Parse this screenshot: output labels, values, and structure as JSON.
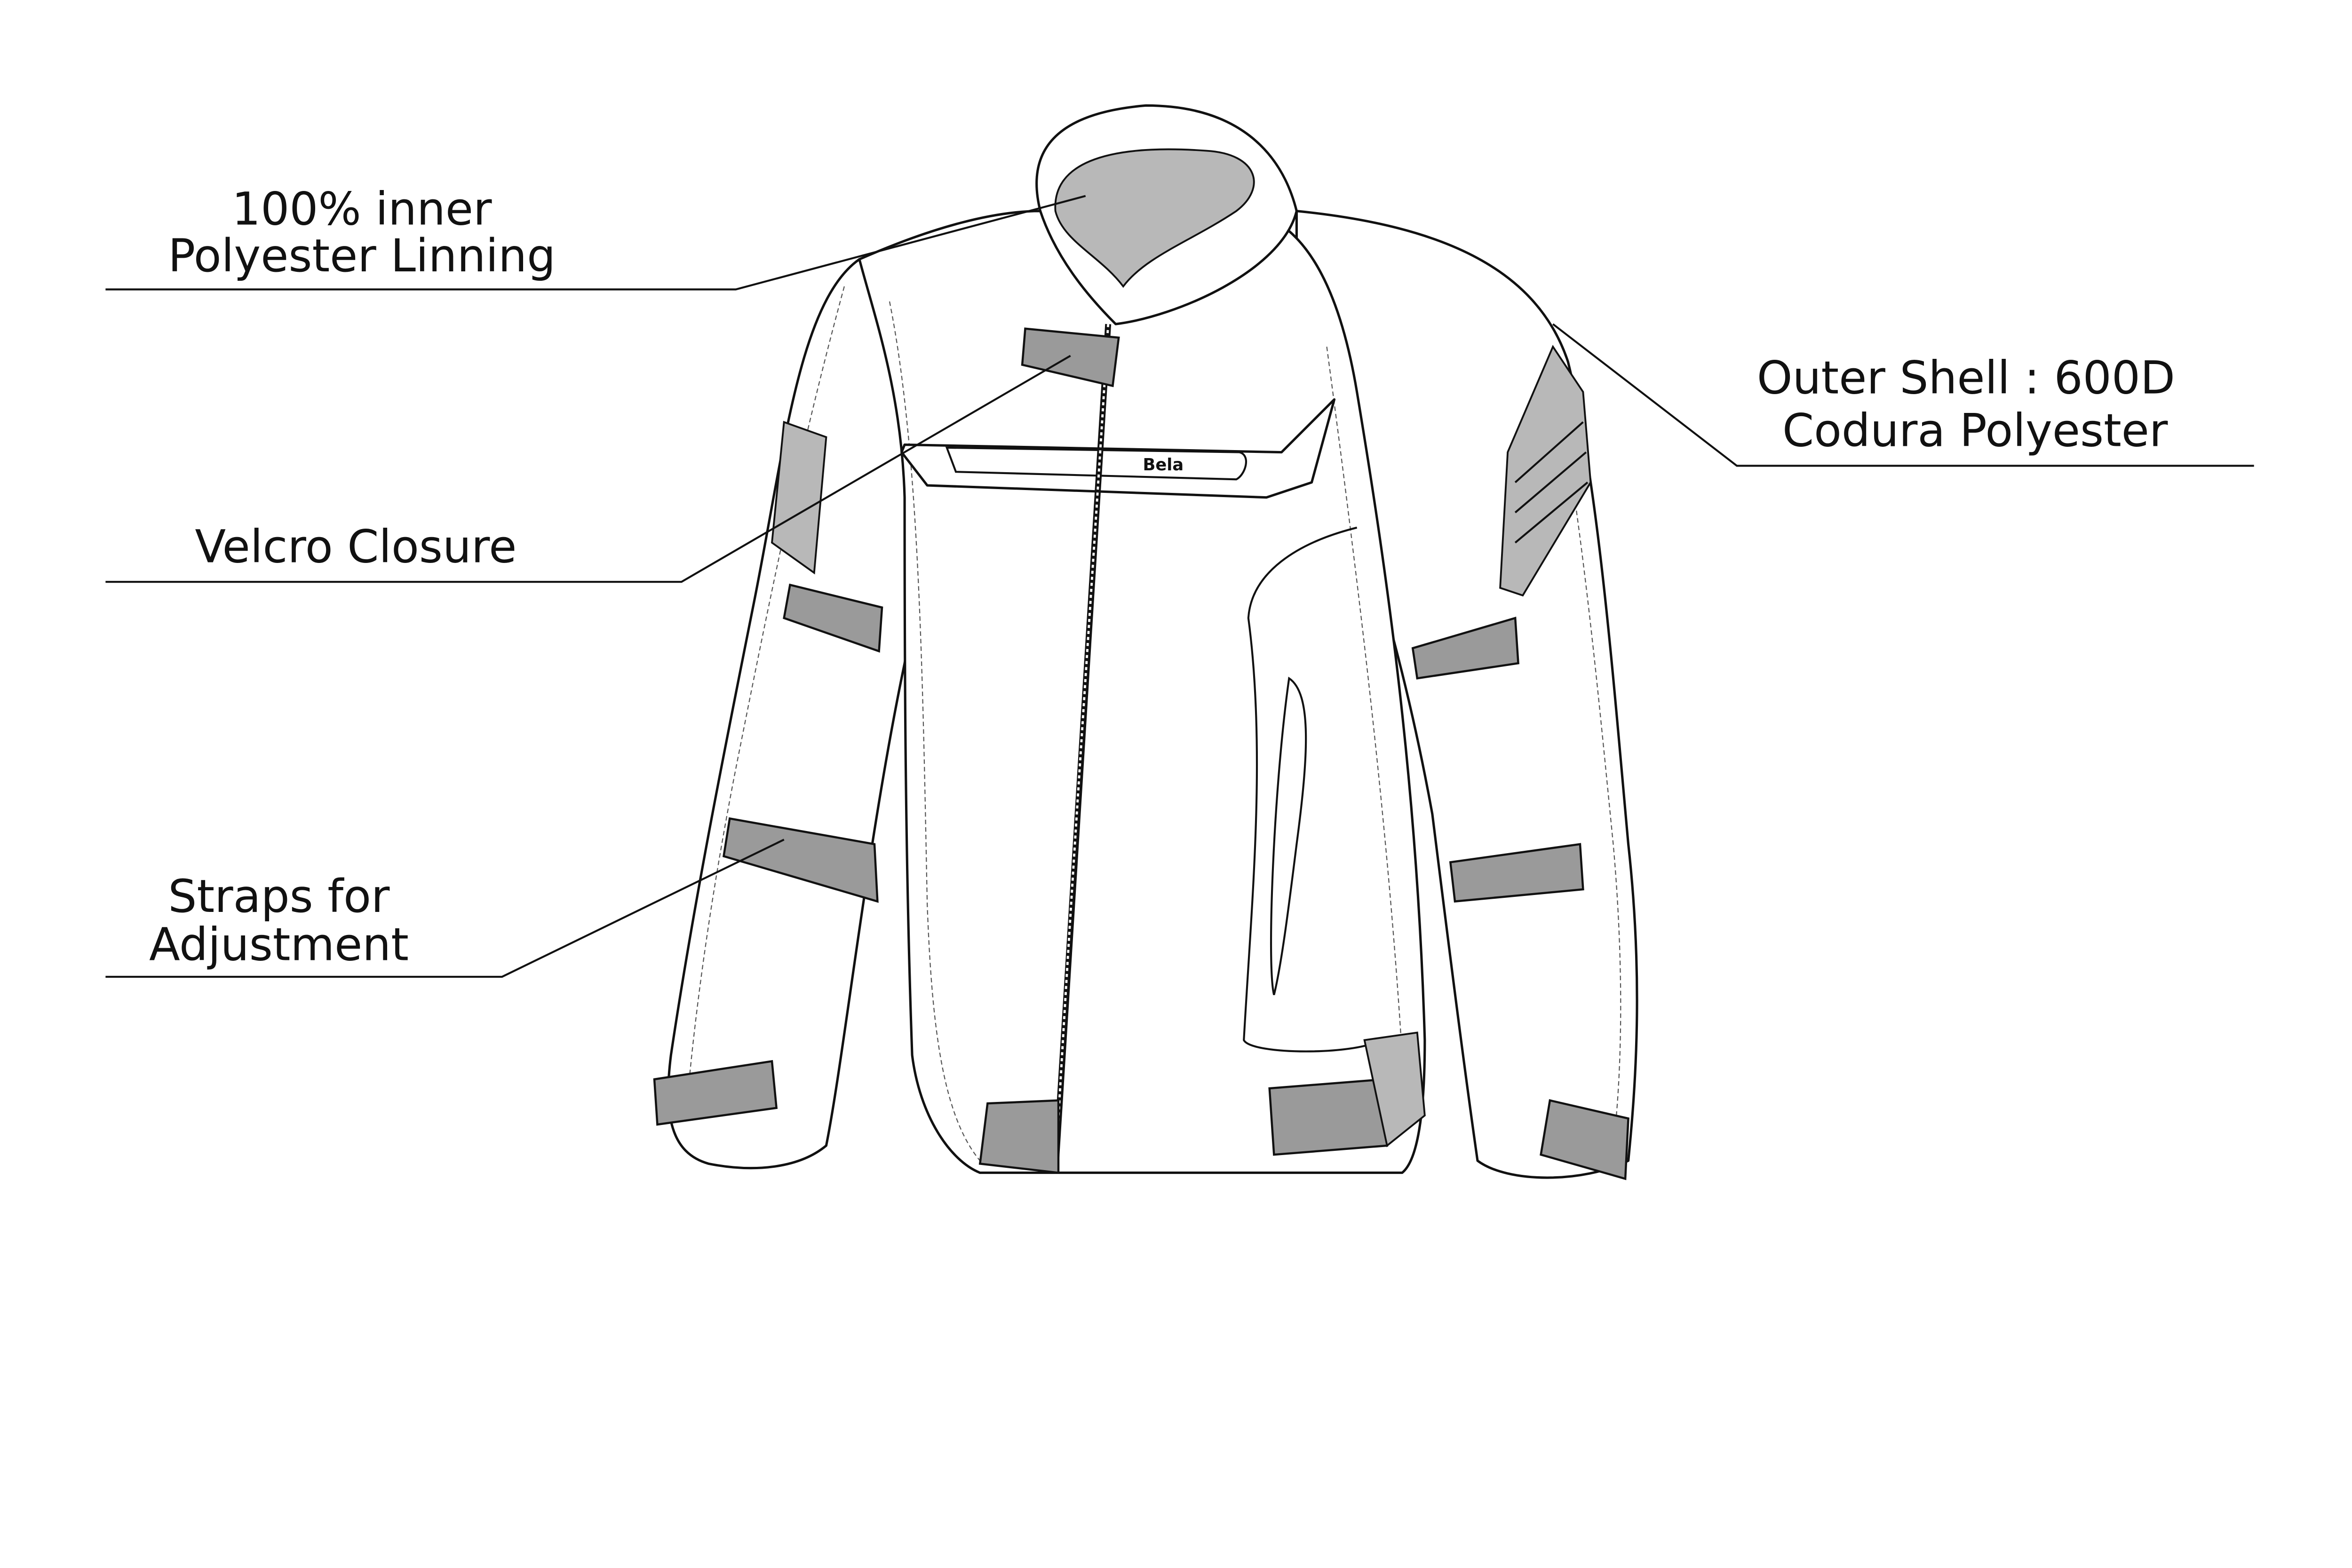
{
  "callouts": {
    "lining": {
      "line1": "100% inner",
      "line2": "Polyester Linning"
    },
    "closure": {
      "line1": "Velcro Closure"
    },
    "straps": {
      "line1": "Straps for",
      "line2": "Adjustment"
    },
    "shell": {
      "line1": "Outer Shell : 600D",
      "line2": "Codura Polyester"
    }
  },
  "logo": {
    "brand": "Bela"
  },
  "colors": {
    "line": "#111111",
    "accent_fill": "#9a9a9a",
    "background": "#ffffff"
  }
}
